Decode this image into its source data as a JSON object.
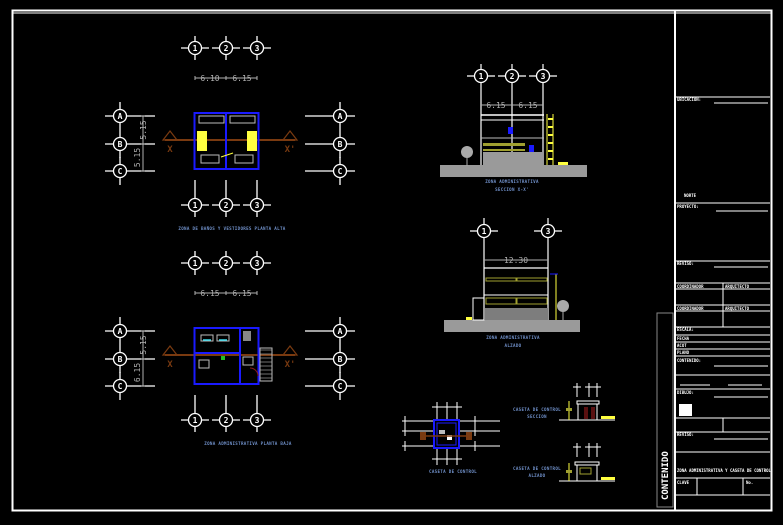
{
  "sheet": {
    "background": "#000000",
    "line_color": "#ffffff",
    "wall_color": "#1a1aff",
    "furniture_color": "#ffff40",
    "label_color": "#6f8fc8",
    "dim_color": "#b0b0b0",
    "section_color": "#7a3a10"
  },
  "drawings": {
    "plan_upper": {
      "title": "ZONA DE BAÑOS Y VESTIDORES PLANTA ALTA",
      "axes_numbers": [
        "1",
        "2",
        "3"
      ],
      "axes_letters": [
        "A",
        "B",
        "C"
      ],
      "dims_horizontal": [
        "6.10",
        "6.15"
      ],
      "dims_vertical": [
        "5.15",
        "5.15"
      ],
      "section_marks": [
        "X",
        "X'"
      ]
    },
    "plan_lower": {
      "title": "ZONA ADMINISTRATIVA PLANTA BAJA",
      "axes_numbers": [
        "1",
        "2",
        "3"
      ],
      "axes_letters": [
        "A",
        "B",
        "C"
      ],
      "dims_horizontal": [
        "6.15",
        "6.15"
      ],
      "dims_vertical": [
        "5.15",
        "6.15"
      ],
      "section_marks": [
        "X",
        "X'"
      ]
    },
    "section": {
      "title": "ZONA ADMINISTRATIVA",
      "subtitle": "SECCION X-X'",
      "axes_numbers": [
        "1",
        "2",
        "3"
      ],
      "dims_horizontal": [
        "6.15",
        "6.15"
      ]
    },
    "elevation": {
      "title": "ZONA ADMINISTRATIVA",
      "subtitle": "ALZADO",
      "axes_numbers": [
        "1",
        "3"
      ],
      "dim_total": "12.30"
    },
    "booth_plan": {
      "title": "CASETA DE CONTROL"
    },
    "booth_section": {
      "title": "CASETA DE CONTROL",
      "subtitle": "SECCION"
    },
    "booth_elevation": {
      "title": "CASETA DE CONTROL",
      "subtitle": "ALZADO"
    }
  },
  "title_block": {
    "vertical_label": "CONTENIDO",
    "fields": [
      {
        "label": "UBICACION:"
      },
      {
        "label": "NORTE"
      },
      {
        "label": "PROYECTO:"
      },
      {
        "label": "REVISO:"
      },
      {
        "label": "COORDINADOR",
        "value": "ARQUITECTO"
      },
      {
        "label": "COORDINADOR",
        "value": "ARQUITECTO"
      },
      {
        "label": "ESCALA:"
      },
      {
        "label": "FECHA"
      },
      {
        "label": "ACOT"
      },
      {
        "label": "PLANO"
      },
      {
        "label": "CONTENIDO:"
      },
      {
        "label": "DIBUJO:"
      },
      {
        "label": "REVISO:"
      },
      {
        "label": "ZONA ADMINISTRATIVA Y CASETA DE CONTROL"
      },
      {
        "label": "CLAVE"
      },
      {
        "label": "No."
      }
    ]
  }
}
